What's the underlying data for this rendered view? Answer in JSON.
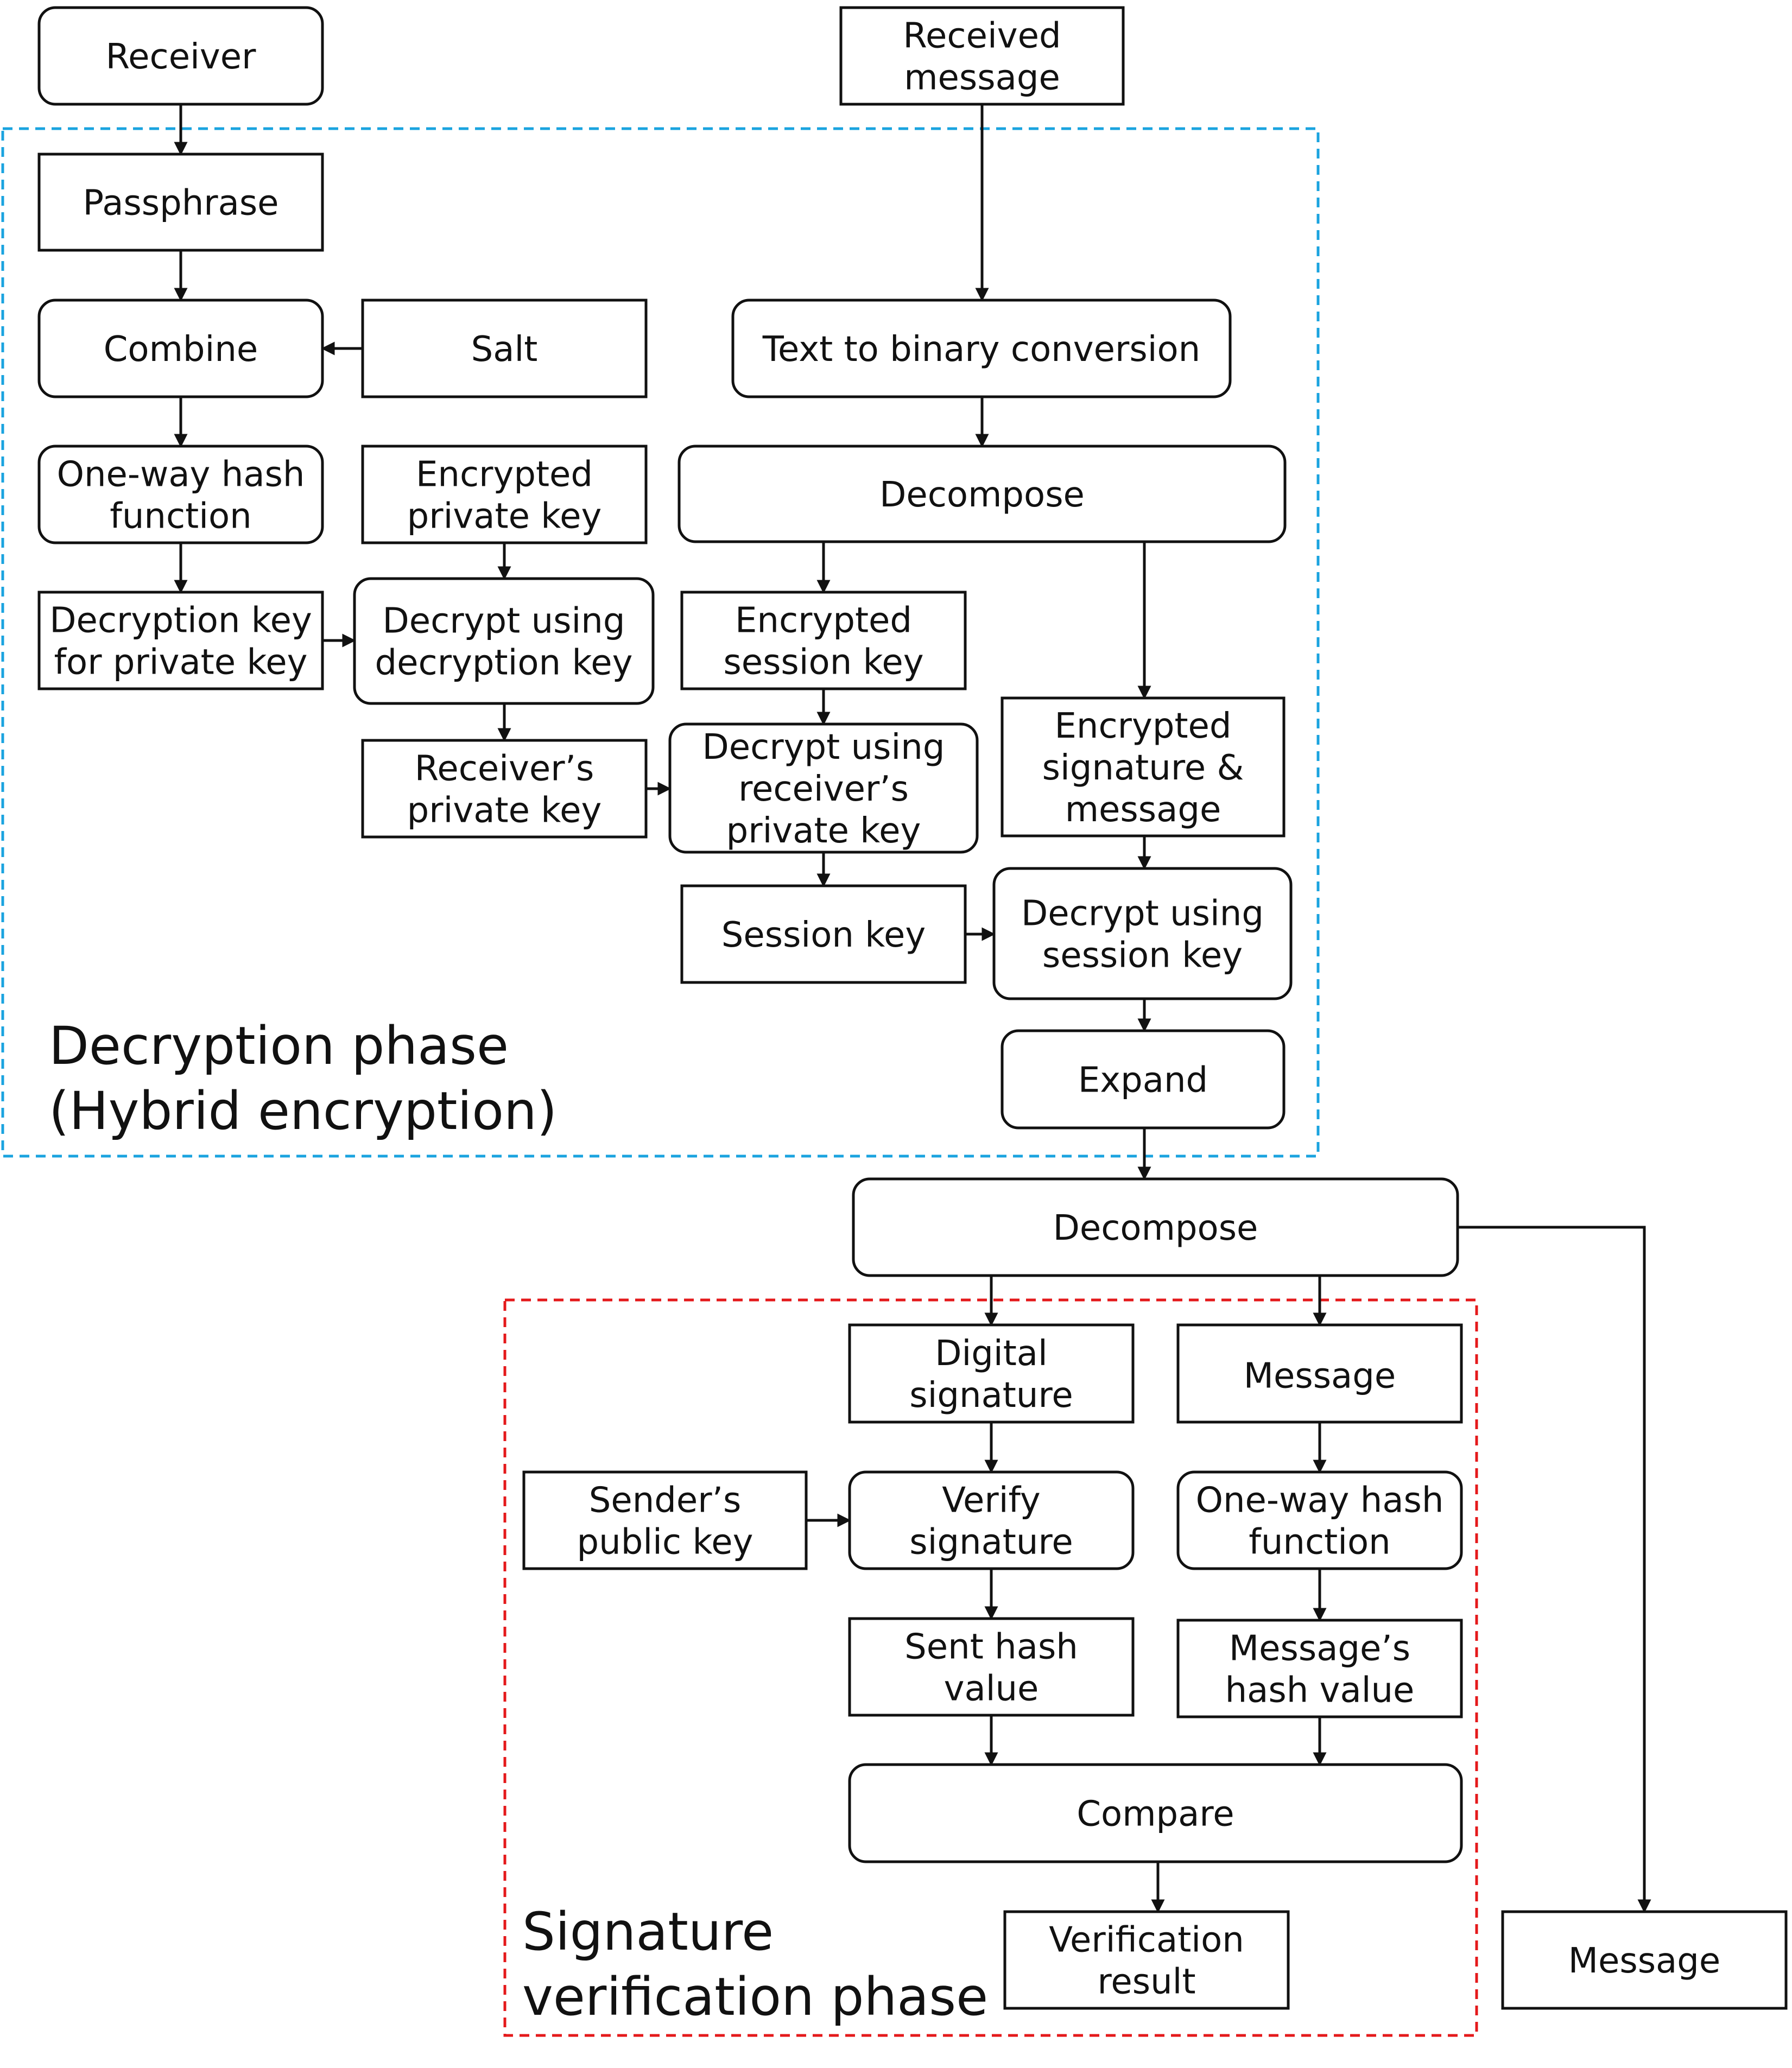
{
  "phases": {
    "decryption": {
      "lines": [
        "Decryption phase",
        "(Hybrid encryption)"
      ],
      "color": "#1aa3df"
    },
    "verification": {
      "lines": [
        "Signature",
        "verification phase"
      ],
      "color": "#e4191b"
    }
  },
  "nodes": {
    "receiver": {
      "label": [
        "Receiver"
      ]
    },
    "received_message": {
      "label": [
        "Received",
        "message"
      ]
    },
    "passphrase": {
      "label": [
        "Passphrase"
      ]
    },
    "combine": {
      "label": [
        "Combine"
      ]
    },
    "salt": {
      "label": [
        "Salt"
      ]
    },
    "text_to_binary": {
      "label": [
        "Text to binary conversion"
      ]
    },
    "one_way_hash_1": {
      "label": [
        "One-way hash",
        "function"
      ]
    },
    "encrypted_private_key": {
      "label": [
        "Encrypted",
        "private key"
      ]
    },
    "decompose_1": {
      "label": [
        "Decompose"
      ]
    },
    "decryption_key": {
      "label": [
        "Decryption key",
        "for private key"
      ]
    },
    "decrypt_decryption_key": {
      "label": [
        "Decrypt using",
        "decryption key"
      ]
    },
    "encrypted_session_key": {
      "label": [
        "Encrypted",
        "session key"
      ]
    },
    "receivers_private_key": {
      "label": [
        "Receiver’s",
        "private key"
      ]
    },
    "decrypt_receivers_private_key": {
      "label": [
        "Decrypt using",
        "receiver’s",
        "private key"
      ]
    },
    "encrypted_signature_message": {
      "label": [
        "Encrypted",
        "signature &",
        "message"
      ]
    },
    "session_key": {
      "label": [
        "Session key"
      ]
    },
    "decrypt_session_key": {
      "label": [
        "Decrypt using",
        "session key"
      ]
    },
    "expand": {
      "label": [
        "Expand"
      ]
    },
    "decompose_2": {
      "label": [
        "Decompose"
      ]
    },
    "digital_signature": {
      "label": [
        "Digital",
        "signature"
      ]
    },
    "message_1": {
      "label": [
        "Message"
      ]
    },
    "senders_public_key": {
      "label": [
        "Sender’s",
        "public key"
      ]
    },
    "verify_signature": {
      "label": [
        "Verify",
        "signature"
      ]
    },
    "one_way_hash_2": {
      "label": [
        "One-way hash",
        "function"
      ]
    },
    "sent_hash_value": {
      "label": [
        "Sent hash",
        "value"
      ]
    },
    "messages_hash_value": {
      "label": [
        "Message’s",
        "hash value"
      ]
    },
    "compare": {
      "label": [
        "Compare"
      ]
    },
    "verification_result": {
      "label": [
        "Verification",
        "result"
      ]
    },
    "message_out": {
      "label": [
        "Message"
      ]
    }
  }
}
